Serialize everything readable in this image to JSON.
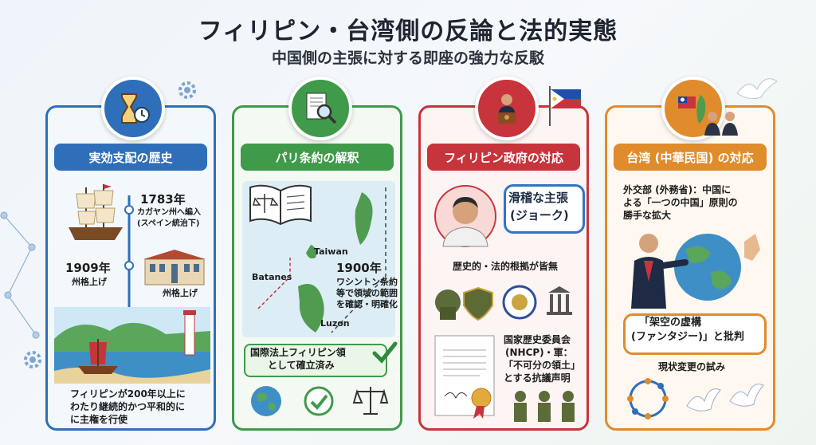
{
  "title": "フィリピン・台湾側の反論と法的実態",
  "subtitle": "中国側の主張に対する即座の強力な反駁",
  "colors": {
    "blue": "#2f6fba",
    "green": "#3f9a4a",
    "red": "#c7343c",
    "orange": "#e08b2c"
  },
  "panels": {
    "history": {
      "header": "実効支配の歴史",
      "event_1783_year": "1783年",
      "event_1783_desc_1": "カガヤン州へ編入",
      "event_1783_desc_2": "(スペイン統治下)",
      "event_1909_year": "1909年",
      "event_1909_desc": "州格上げ",
      "building_caption": "州格上げ",
      "footer_1": "フィリピンが200年以上に",
      "footer_2": "わたり継続的かつ平和的に",
      "footer_3": "に主権を行使"
    },
    "treaty": {
      "header": "パリ条約の解釈",
      "map_taiwan": "Taiwan",
      "map_batanes": "Batanes",
      "map_luzon": "Luzon",
      "year": "1900年",
      "desc_1": "ワシントン条約",
      "desc_2": "等で領域の範囲",
      "desc_3": "を確認・明確化",
      "result_1": "国際法上フィリピン領",
      "result_2": "として確立済み"
    },
    "philippines": {
      "header": "フィリピン政府の対応",
      "bubble_1": "滑稽な主張",
      "bubble_2": "(ジョーク)",
      "no_basis": "歴史的・法的根拠が皆無",
      "statement_1": "国家歴史委員会",
      "statement_2": "(NHCP)・軍：",
      "statement_3": "「不可分の領土」",
      "statement_4": "とする抗議声明"
    },
    "taiwan": {
      "header": "台湾 (中華民国) の対応",
      "mofa_1": "外交部 (外務省)：中国に",
      "mofa_2": "よる「一つの中国」原則の",
      "mofa_3": "勝手な拡大",
      "fantasy_1": "「架空の虚構",
      "fantasy_2": "(ファンタジー)」と批判",
      "status_quo": "現状変更の試み"
    }
  }
}
